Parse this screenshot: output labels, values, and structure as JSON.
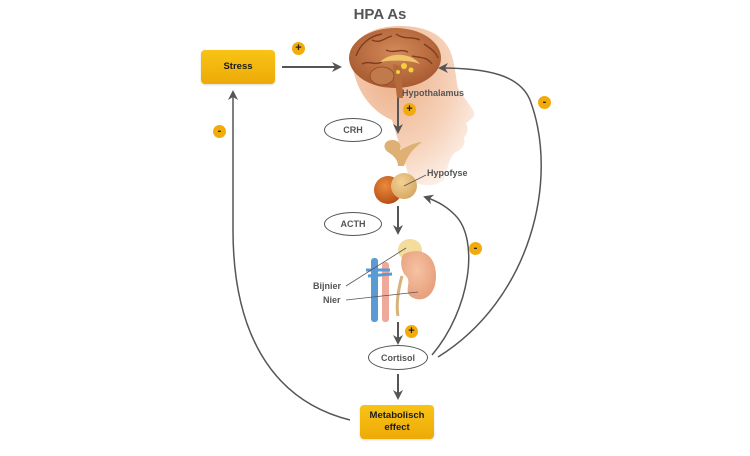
{
  "title": "HPA As",
  "nodes": {
    "stress": "Stress",
    "crh": "CRH",
    "acth": "ACTH",
    "cortisol": "Cortisol",
    "metabolic_effect": "Metabolisch effect"
  },
  "anatomy_labels": {
    "hypothalamus": "Hypothalamus",
    "pituitary": "Hypofyse",
    "adrenal": "Bijnier",
    "kidney": "Nier"
  },
  "signs": {
    "stress_to_brain": "+",
    "hypothalamus_to_pituitary": "+",
    "adrenal_to_cortisol": "+",
    "cortisol_to_brain": "-",
    "cortisol_to_pituitary": "-",
    "metabolic_to_stress": "-"
  },
  "colors": {
    "accent_yellow": "#f2ab0c",
    "arrow_gray": "#555555",
    "skin": "#f1c3a3",
    "brain": "#b86b3e",
    "vein_blue": "#5a9bd6",
    "artery_pink": "#efa99a"
  }
}
